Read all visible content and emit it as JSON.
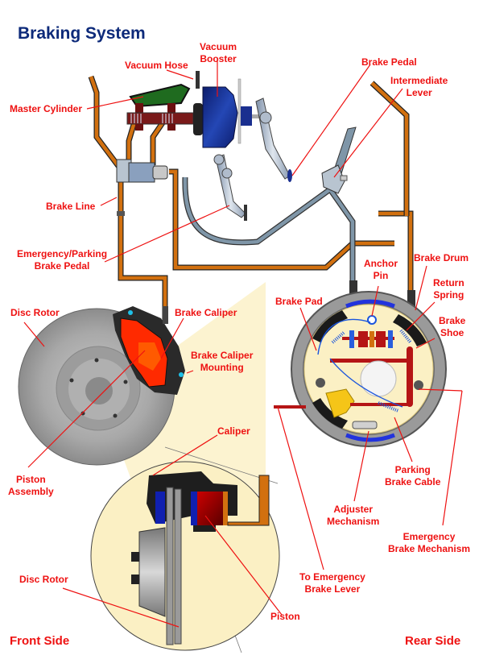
{
  "title": "Braking System",
  "labels": {
    "vacuum_hose": "Vacuum Hose",
    "vacuum_booster": [
      "Vacuum",
      "Booster"
    ],
    "master_cylinder": "Master Cylinder",
    "brake_pedal": "Brake Pedal",
    "intermediate_lever": [
      "Intermediate",
      "Lever"
    ],
    "brake_line": "Brake Line",
    "emergency_parking_pedal": [
      "Emergency/Parking",
      "Brake Pedal"
    ],
    "disc_rotor_top": "Disc Rotor",
    "brake_caliper": "Brake Caliper",
    "brake_caliper_mounting": [
      "Brake Caliper",
      "Mounting"
    ],
    "piston_assembly": [
      "Piston",
      "Assembly"
    ],
    "caliper": "Caliper",
    "disc_rotor_bottom": "Disc Rotor",
    "piston": "Piston",
    "anchor_pin": [
      "Anchor",
      "Pin"
    ],
    "brake_drum": "Brake Drum",
    "return_spring": [
      "Return",
      "Spring"
    ],
    "brake_pad": "Brake Pad",
    "brake_shoe": [
      "Brake",
      "Shoe"
    ],
    "parking_brake_cable": [
      "Parking",
      "Brake Cable"
    ],
    "adjuster_mechanism": [
      "Adjuster",
      "Mechanism"
    ],
    "emergency_brake_mechanism": [
      "Emergency",
      "Brake Mechanism"
    ],
    "to_emergency_brake_lever": [
      "To Emergency",
      "Brake Lever"
    ]
  },
  "sides": {
    "front": "Front Side",
    "rear": "Rear Side"
  },
  "colors": {
    "title": "#0d2a7a",
    "label": "#ee1111",
    "brake_line": "#d2700f",
    "booster": "#1a2f8f",
    "reservoir": "#1f6b1f",
    "rotor": "#a9a9a9",
    "caliper_red": "#ff3b00",
    "backing_plate": "#fbf0c4"
  }
}
